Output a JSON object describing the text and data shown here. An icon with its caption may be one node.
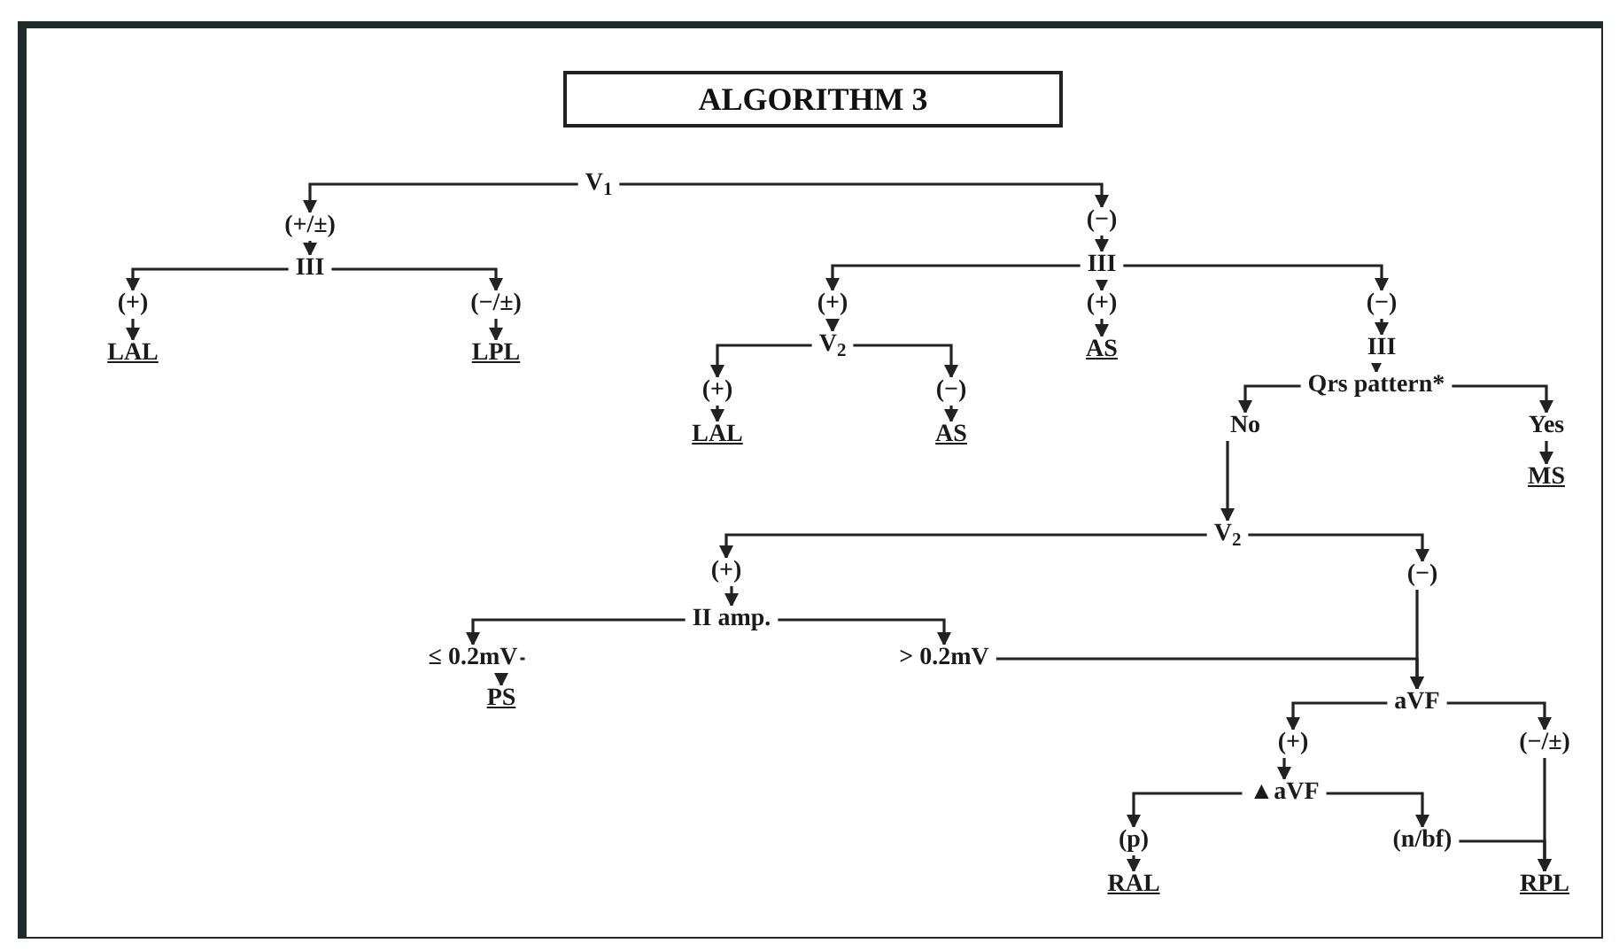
{
  "diagram": {
    "title": "ALGORITHM 3",
    "nodes": [
      {
        "text": [
          "V$_{1}$"
        ]
      },
      {
        "text": [
          "(+/±)"
        ]
      },
      {
        "text": [
          "(−)"
        ]
      },
      {
        "text": [
          "III"
        ]
      },
      {
        "text": [
          "(+)"
        ]
      },
      {
        "text": [
          "(−/±)"
        ]
      },
      {
        "text": [
          "LAL"
        ]
      },
      {
        "text": [
          "LPL"
        ]
      },
      {
        "text": [
          "III"
        ]
      },
      {
        "text": [
          "(+)"
        ]
      },
      {
        "text": [
          "(+)"
        ]
      },
      {
        "text": [
          "(−)"
        ]
      },
      {
        "text": [
          "V$_{2}$"
        ]
      },
      {
        "text": [
          "AS"
        ]
      },
      {
        "text": [
          "III"
        ]
      },
      {
        "text": [
          "(+)"
        ]
      },
      {
        "text": [
          "(−)"
        ]
      },
      {
        "text": [
          "LAL"
        ]
      },
      {
        "text": [
          "AS"
        ]
      },
      {
        "text": [
          "Qrs pattern*"
        ]
      },
      {
        "text": [
          "No"
        ]
      },
      {
        "text": [
          "Yes"
        ]
      },
      {
        "text": [
          "MS"
        ]
      },
      {
        "text": [
          "V$_{2}$"
        ]
      },
      {
        "text": [
          "(+)"
        ]
      },
      {
        "text": [
          "(−)"
        ]
      },
      {
        "text": [
          "II amp."
        ]
      },
      {
        "text": [
          "≤ 0.2mV"
        ]
      },
      {
        "text": [
          "> 0.2mV"
        ]
      },
      {
        "text": [
          "PS"
        ]
      },
      {
        "text": [
          "aVF"
        ]
      },
      {
        "text": [
          "(+)"
        ]
      },
      {
        "text": [
          "(−/±)"
        ]
      },
      {
        "text": [
          "▲aVF"
        ]
      },
      {
        "text": [
          "(p)"
        ]
      },
      {
        "text": [
          "(n/bf)"
        ]
      },
      {
        "text": [
          "RAL"
        ]
      },
      {
        "text": [
          "RPL"
        ]
      }
    ],
    "edges": [
      {
        "from": 0,
        "to": 1,
        "arrow": "to"
      },
      {
        "from": 0,
        "to": 2,
        "arrow": "to"
      },
      {
        "from": 1,
        "to": 3,
        "arrow": "to"
      },
      {
        "from": 3,
        "to": 4,
        "arrow": "to"
      },
      {
        "from": 3,
        "to": 5,
        "arrow": "to"
      },
      {
        "from": 4,
        "to": 6,
        "arrow": "to"
      },
      {
        "from": 5,
        "to": 7,
        "arrow": "to"
      },
      {
        "from": 2,
        "to": 8,
        "arrow": "to"
      },
      {
        "from": 8,
        "to": 9,
        "arrow": "to"
      },
      {
        "from": 8,
        "to": 10,
        "arrow": "to"
      },
      {
        "from": 8,
        "to": 11,
        "arrow": "to"
      },
      {
        "from": 9,
        "to": 12,
        "arrow": "to"
      },
      {
        "from": 10,
        "to": 13,
        "arrow": "to"
      },
      {
        "from": 11,
        "to": 14,
        "arrow": "to"
      },
      {
        "from": 12,
        "to": 15,
        "arrow": "to"
      },
      {
        "from": 12,
        "to": 16,
        "arrow": "to"
      },
      {
        "from": 15,
        "to": 17,
        "arrow": "to"
      },
      {
        "from": 16,
        "to": 18,
        "arrow": "to"
      },
      {
        "from": 14,
        "to": 19,
        "arrow": "to"
      },
      {
        "from": 19,
        "to": 20,
        "arrow": "to"
      },
      {
        "from": 19,
        "to": 21,
        "arrow": "to"
      },
      {
        "from": 21,
        "to": 22,
        "arrow": "to"
      },
      {
        "from": 20,
        "to": 23,
        "arrow": "to"
      },
      {
        "from": 23,
        "to": 24,
        "arrow": "to"
      },
      {
        "from": 23,
        "to": 25,
        "arrow": "to"
      },
      {
        "from": 24,
        "to": 26,
        "arrow": "to"
      },
      {
        "from": 26,
        "to": 27,
        "arrow": "to"
      },
      {
        "from": 26,
        "to": 28,
        "arrow": "to"
      },
      {
        "from": 27,
        "to": 29,
        "arrow": "to"
      },
      {
        "from": 28,
        "to": 30,
        "arrow": "to"
      },
      {
        "from": 25,
        "to": 30,
        "arrow": "to"
      },
      {
        "from": 30,
        "to": 31,
        "arrow": "to"
      },
      {
        "from": 30,
        "to": 32,
        "arrow": "to"
      },
      {
        "from": 31,
        "to": 33,
        "arrow": "to"
      },
      {
        "from": 33,
        "to": 34,
        "arrow": "to"
      },
      {
        "from": 33,
        "to": 35,
        "arrow": "to"
      },
      {
        "from": 34,
        "to": 36,
        "arrow": "to"
      },
      {
        "from": 35,
        "to": 37,
        "arrow": "to"
      },
      {
        "from": 32,
        "to": 37,
        "arrow": "to"
      }
    ]
  }
}
